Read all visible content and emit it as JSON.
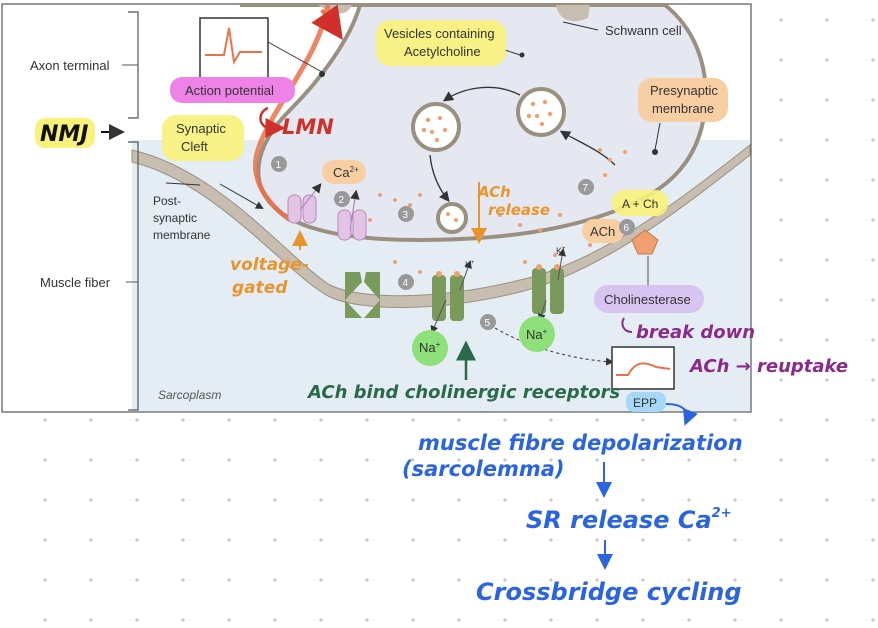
{
  "labels": {
    "axon_terminal": "Axon terminal",
    "muscle_fiber": "Muscle fiber",
    "schwann_cell": "Schwann cell",
    "vesicles": [
      "Vesicles containing",
      "Acetylcholine"
    ],
    "action_potential": "Action potential",
    "synaptic_cleft": [
      "Synaptic",
      "Cleft"
    ],
    "presynaptic_membrane": [
      "Presynaptic",
      "membrane"
    ],
    "postsynaptic_membrane": [
      "Post-",
      "synaptic",
      "membrane"
    ],
    "ca": "Ca",
    "ca_sup": "2+",
    "ach": "ACh",
    "a_ch": "A + Ch",
    "k": "K",
    "k_sup": "+",
    "na": "Na",
    "na_sup": "+",
    "cholinesterase": "Cholinesterase",
    "epp": "EPP",
    "sarcoplasm": "Sarcoplasm",
    "steps": [
      "1",
      "2",
      "3",
      "4",
      "5",
      "6",
      "7"
    ]
  },
  "annotations": {
    "nmj": "NMJ",
    "lmn": "LMN",
    "ach_release": [
      "ACh",
      "release"
    ],
    "voltage_gated": [
      "voltage-",
      "gated"
    ],
    "ach_bind": "ACh bind cholinergic receptors",
    "break_down": "break down",
    "reuptake": "ACh → reuptake",
    "depolarization": [
      "muscle fibre depolarization",
      "(sarcolemma)"
    ],
    "sr_release": "SR release Ca",
    "sr_sup": "2+",
    "crossbridge": "Crossbridge cycling"
  },
  "colors": {
    "axon_fill": "#e6e8f1",
    "muscle_fill": "#e4ecf4",
    "membrane": "#9a9080",
    "yellow": "#f8f27a",
    "magenta": "#ee82e6",
    "lavender": "#d8c4f0",
    "peach": "#f7cfa2",
    "na_green": "#8ee07a",
    "receptor_green": "#7a9a5c",
    "red_ink": "#d0302a",
    "orange_ink": "#e8952e",
    "green_ink": "#2a6a48",
    "purple_ink": "#8a2a8a",
    "blue_ink": "#2a64e0",
    "black_ink": "#111111"
  }
}
